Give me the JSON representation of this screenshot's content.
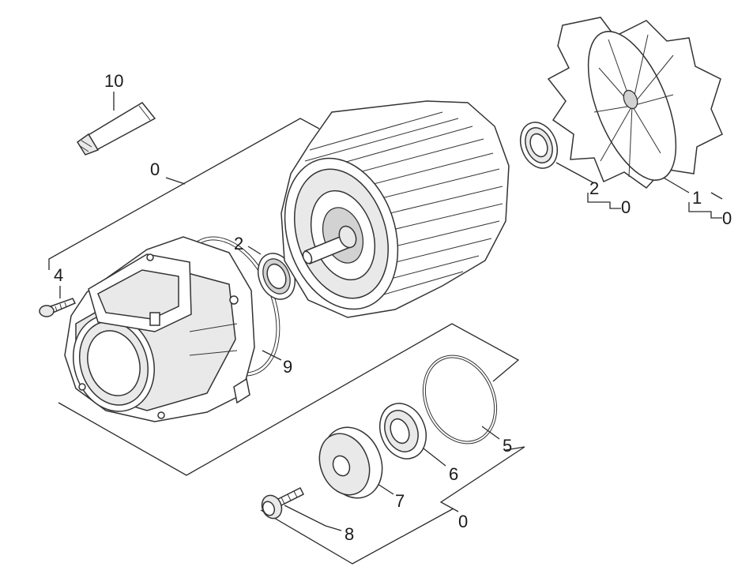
{
  "diagram": {
    "callouts": [
      {
        "id": "c-10",
        "text": "10"
      },
      {
        "id": "c-0-top",
        "text": "0"
      },
      {
        "id": "c-4",
        "text": "4"
      },
      {
        "id": "c-2-seal",
        "text": "2"
      },
      {
        "id": "c-9",
        "text": "9"
      },
      {
        "id": "c-2-bearing",
        "text": "2"
      },
      {
        "id": "c-0-bearing",
        "text": "0"
      },
      {
        "id": "c-1",
        "text": "1"
      },
      {
        "id": "c-0-fan",
        "text": "0"
      },
      {
        "id": "c-5",
        "text": "5"
      },
      {
        "id": "c-6",
        "text": "6"
      },
      {
        "id": "c-7",
        "text": "7"
      },
      {
        "id": "c-0-bottom",
        "text": "0"
      },
      {
        "id": "c-8",
        "text": "8"
      }
    ]
  }
}
